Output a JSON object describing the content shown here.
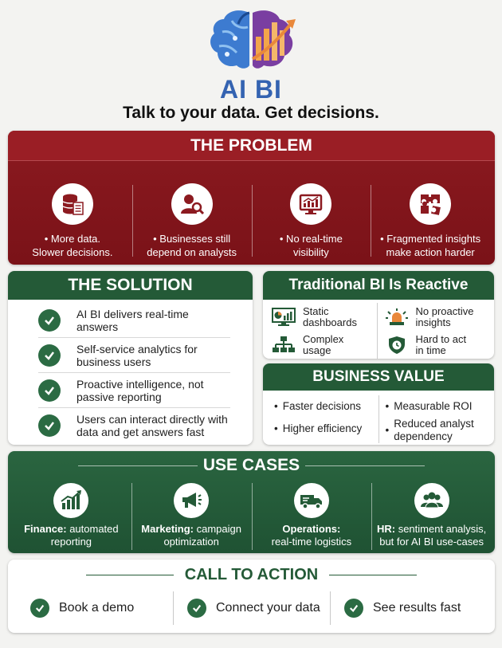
{
  "brand": "AI BI",
  "tagline": "Talk to your data. Get decisions.",
  "colors": {
    "problem": "#8c1a20",
    "green": "#245a37",
    "brand_blue": "#3463b1",
    "accent_orange": "#e9883a",
    "accent_purple": "#7a3ea1"
  },
  "problem": {
    "title": "THE PROBLEM",
    "items": [
      {
        "icon": "database-document-icon",
        "line1": "• More data.",
        "line2": "Slower decisions."
      },
      {
        "icon": "analyst-search-icon",
        "line1": "• Businesses still",
        "line2": "depend on analysts"
      },
      {
        "icon": "monitor-chart-icon",
        "line1": "• No real-time",
        "line2": "visibility"
      },
      {
        "icon": "puzzle-icon",
        "line1": "• Fragmented insights",
        "line2": "make action harder"
      }
    ]
  },
  "solution": {
    "title": "THE SOLUTION",
    "items": [
      {
        "line1": "AI BI delivers real-time",
        "line2": "answers"
      },
      {
        "line1": "Self-service analytics for",
        "line2": "business users"
      },
      {
        "line1": "Proactive intelligence, not",
        "line2": "passive reporting"
      },
      {
        "line1": "Users can interact directly with",
        "line2": "data and get answers fast"
      }
    ]
  },
  "traditional": {
    "title": "Traditional BI Is Reactive",
    "items": [
      {
        "icon": "dashboard-icon",
        "line1": "Static",
        "line2": "dashboards"
      },
      {
        "icon": "org-chart-icon",
        "line1": "Complex",
        "line2": "usage"
      },
      {
        "icon": "alarm-light-icon",
        "line1": "No proactive",
        "line2": "insights"
      },
      {
        "icon": "shield-clock-icon",
        "line1": "Hard to act",
        "line2": "in time"
      }
    ]
  },
  "business_value": {
    "title": "BUSINESS VALUE",
    "left": [
      "Faster decisions",
      "Higher efficiency"
    ],
    "right": [
      "Measurable ROI",
      "Reduced analyst dependency"
    ]
  },
  "use_cases": {
    "title": "USE CASES",
    "items": [
      {
        "icon": "growth-chart-icon",
        "bold": "Finance:",
        "rest": " automated",
        "line2": "reporting"
      },
      {
        "icon": "megaphone-icon",
        "bold": "Marketing:",
        "rest": " campaign",
        "line2": "optimization"
      },
      {
        "icon": "truck-icon",
        "bold": "Operations:",
        "rest": "",
        "line2": "real-time logistics"
      },
      {
        "icon": "people-icon",
        "bold": "HR:",
        "rest": " sentiment analysis,",
        "line2": "but for AI BI use-cases"
      }
    ]
  },
  "cta": {
    "title": "CALL TO ACTION",
    "items": [
      "Book a demo",
      "Connect your data",
      "See results fast"
    ]
  }
}
